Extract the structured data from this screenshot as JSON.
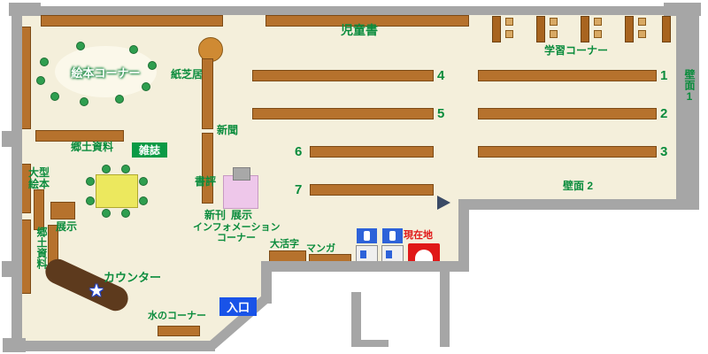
{
  "labels": {
    "children_books": "児童書",
    "study_corner": "学習コーナー",
    "wall_1": "壁面1",
    "wall_2": "壁面 2",
    "picture_book_corner": "絵本コーナー",
    "kamishibai": "紙芝居",
    "newspaper": "新聞",
    "local_materials_top": "郷土資料",
    "magazines": "雑誌",
    "large_picture_books": "大型絵本",
    "exhibit_left": "展示",
    "local_materials_side": "郷土資料",
    "book_review": "書評",
    "new_books": "新刊",
    "new_books_exhibit": "展示",
    "information_line1": "インフォメーション",
    "information_line2": "コーナー",
    "counter": "カウンター",
    "water_corner": "水のコーナー",
    "entrance": "入口",
    "large_print": "大活字",
    "manga": "マンガ",
    "current_location": "現在地"
  },
  "shelves": {
    "right": [
      {
        "num": "1"
      },
      {
        "num": "2"
      },
      {
        "num": "3"
      }
    ],
    "center": [
      {
        "num": "4"
      },
      {
        "num": "5"
      },
      {
        "num": "6"
      },
      {
        "num": "7"
      }
    ]
  },
  "icons": {
    "star": "★"
  },
  "colors": {
    "floor": "#f4efdb",
    "wall": "#a6a6a6",
    "shelf_brown": "#b6722d",
    "label_green": "#0b8c3d",
    "counter_brown": "#5d3a1d",
    "entrance_blue": "#1953e8",
    "current_location_red": "#e01818",
    "table_yellow": "#ece85e",
    "display_pink": "#eec7ea",
    "terminal_blue": "#2d62d9"
  }
}
